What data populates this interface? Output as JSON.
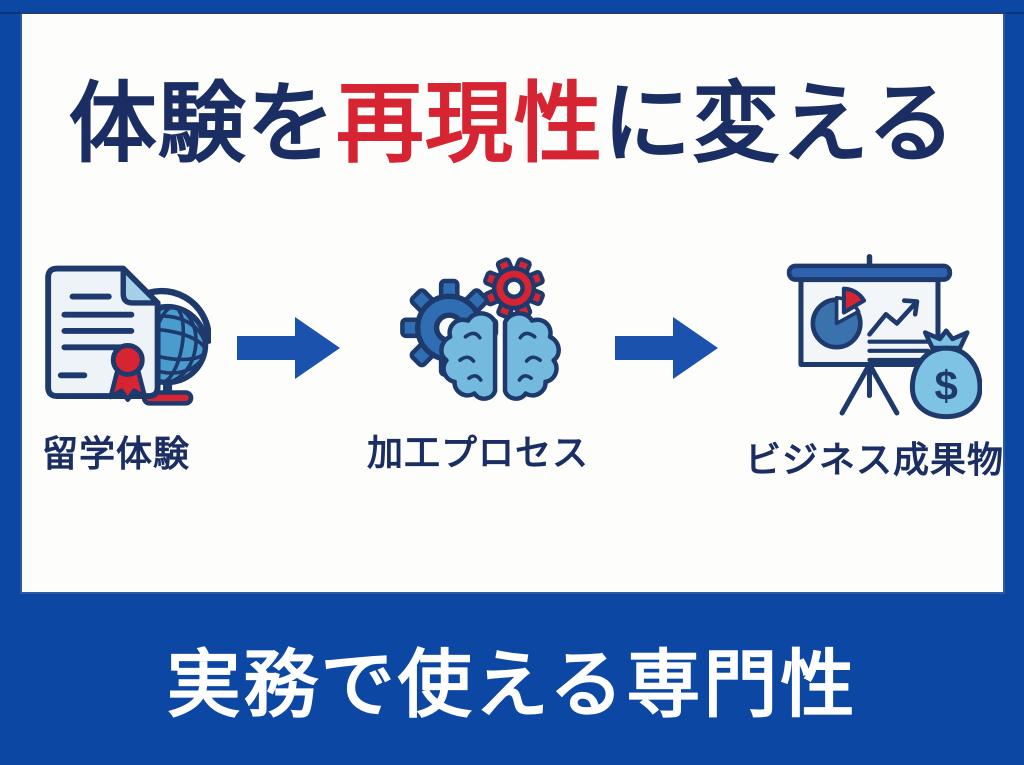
{
  "slide": {
    "title": {
      "prefix": "体験を",
      "highlight": "再現性",
      "suffix": "に変える"
    },
    "steps": [
      {
        "label": "留学体験",
        "icon": "certificate-globe-icon"
      },
      {
        "label": "加工プロセス",
        "icon": "gears-brain-icon"
      },
      {
        "label": "ビジネス成果物",
        "icon": "presentation-moneybag-icon"
      }
    ],
    "footer": {
      "text": "実務で使える専門性"
    }
  },
  "colors": {
    "frame_blue": "#0d47a4",
    "card_white": "#fdfdfb",
    "navy_text": "#1b2e63",
    "accent_red": "#d62433",
    "arrow_blue": "#1a52ae",
    "icon_outline": "#1e3a6d",
    "doc_fill": "#eef3f8",
    "fold_blue": "#a5cfe8",
    "globe_blue": "#4a9bce",
    "gear_blue": "#2f6eb3",
    "brain_blue": "#74b9de",
    "board_fill": "#f3f6f9",
    "bar_blue": "#2e62ad",
    "pie_blue": "#3a72ae",
    "bag_blue": "#7fc3e4",
    "footer_text": "#ffffff"
  }
}
